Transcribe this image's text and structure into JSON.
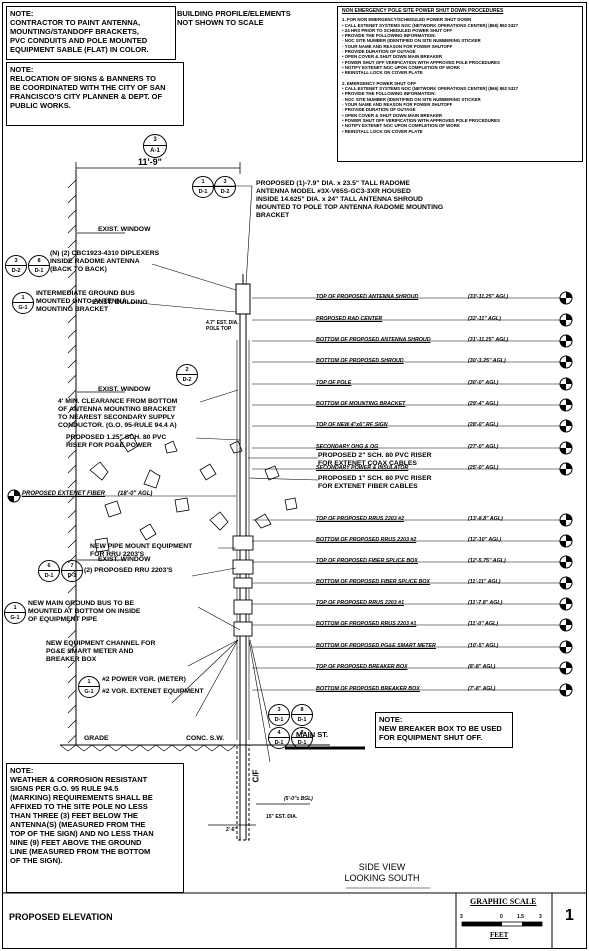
{
  "notes": {
    "paint": "NOTE:\nCONTRACTOR TO PAINT ANTENNA,\nMOUNTING/STANDOFF BRACKETS,\nPVC CONDUITS AND POLE MOUNTED\nEQUIPMENT SABLE (FLAT) IN COLOR.",
    "building": "BUILDING PROFILE/ELEMENTS\nNOT SHOWN TO SCALE",
    "relocation": "NOTE:\nRELOCATION OF SIGNS & BANNERS TO\nBE COORDINATED WITH THE CITY OF SAN\nFRANCISCO'S CITY PLANNER & DEPT. OF\nPUBLIC WORKS.",
    "breaker": "NOTE:\nNEW BREAKER BOX TO BE USED\nFOR EQUIPMENT SHUT OFF.",
    "weather": "NOTE:\nWEATHER & CORROSION RESISTANT\nSIGNS PER G.O. 95 RULE 94.5\n(MARKING) REQUIREMENTS SHALL BE\nAFFIXED TO THE SITE POLE NO LESS\nTHAN THREE (3) FEET BELOW THE\nANTENNA(S) (MEASURED FROM THE\nTOP OF THE SIGN) AND NO LESS THAN\nNINE (9) FEET ABOVE THE GROUND\nLINE (MEASURED FROM THE BOTTOM\nOF THE SIGN)."
  },
  "procedures": {
    "title": "NON EMERGENCY POLE SITE POWER SHUT DOWN PROCEDURES",
    "body": "1. FOR NON EMERGENCY/SCHEDULED POWER SHUT DOWN\n   • CALL EXTENET SYSTEMS NOC (NETWORK OPERATIONS CENTER) (866) 892 5327\n   • 24 HRS PRIOR TO SCHEDULED POWER SHUT OFF\n   • PROVIDE THE FOLLOWING INFORMATION:\n      ◦ NOC SITE NUMBER (IDENTIFIED ON SITE NUMBERING STICKER\n      ◦ YOUR NAME AND REASON FOR POWER SHUTOFF\n      ◦ PROVIDE DURATION OF OUTAGE\n   • OPEN COVER & SHUT DOWN MAIN BREAKER\n   • POWER SHUT OFF VERIFICATION WITH APPROVED POLE PROCEDURES\n   • NOTIFY EXTENET NOC UPON COMPLETION OF WORK\n   • REINSTALL LOCK ON COVER PLATE\n\n2. EMERGENCY POWER SHUT OFF\n   • CALL EXTENET SYSTEMS NOC (NETWORK OPERATIONS CENTER) (866) 892 5327\n   • PROVIDE THE FOLLOWING INFORMATION:\n      ◦ NOC SITE NUMBER (IDENTIFIED ON SITE NUMBERING STICKER\n      ◦ YOUR NAME AND REASON FOR POWER SHUTOFF\n      ◦ PROVIDE DURATION OF OUTAGE\n   • OPEN COVER & SHUT DOWN MAIN BREAKER\n   • POWER SHUT OFF VERIFICATION WITH APPROVED POLE PROCEDURES\n   • NOTIFY EXTENET NOC UPON COMPLETION OF WORK\n   • REINSTALL LOCK ON COVER PLATE"
  },
  "bubbles": {
    "a1": {
      "top": "3",
      "bottom": "A-1"
    },
    "d1_top": {
      "top": "1",
      "bottom": "D-1"
    },
    "d2_top": {
      "top": "3",
      "bottom": "D-2"
    },
    "d2_dipl": {
      "top": "3",
      "bottom": "D-2"
    },
    "d1_dipl": {
      "top": "8",
      "bottom": "D-1"
    },
    "g1_bus": {
      "top": "1",
      "bottom": "G-1"
    },
    "d2_clear": {
      "top": "2",
      "bottom": "D-2"
    },
    "d1_rru_a": {
      "top": "6",
      "bottom": "D-1"
    },
    "d1_rru_b": {
      "top": "7",
      "bottom": "D-1"
    },
    "g1_main": {
      "top": "1",
      "bottom": "G-1"
    },
    "g1_power": {
      "top": "1",
      "bottom": "G-1"
    },
    "d1_m3": {
      "top": "3",
      "bottom": "D-1"
    },
    "d1_m8": {
      "top": "8",
      "bottom": "D-1"
    },
    "d1_m4": {
      "top": "4",
      "bottom": "D-1"
    },
    "d1_m8b": {
      "top": "8",
      "bottom": "D-1"
    }
  },
  "labels": {
    "width": "11'-9\"",
    "window1": "EXIST. WINDOW",
    "window2": "EXIST. WINDOW",
    "window3": "EXIST. WINDOW",
    "building": "EXIST. BUILDING",
    "antenna": "PROPOSED (1)-7.9\" DIA. x 23.5\" TALL RADOME\nANTENNA MODEL #3X-V65S-GC3-3XR HOUSED\nINSIDE 14.625\" DIA. x 24\" TALL ANTENNA SHROUD\nMOUNTED TO POLE TOP ANTENNA RADOME MOUNTING\nBRACKET",
    "diplexers": "(N) (2) CBC1923-4310 DIPLEXERS\nINSIDE RADOME ANTENNA\n(BACK TO BACK)",
    "ground_bus": "INTERMEDIATE GROUND BUS\nMOUNTED ONTO ANTENNA\nMOUNTING BRACKET",
    "pole_top": "4.7\" EST. DIA.\nPOLE TOP",
    "clearance": "4' MIN. CLEARANCE FROM BOTTOM\nOF ANTENNA MOUNTING BRACKET\nTO NEAREST SECONDARY SUPPLY\nCONDUCTOR. (G.O. 95-RULE 94.4 A)",
    "riser_power": "PROPOSED 1.25\" SCH. 80 PVC\nRISER FOR PG&E POWER",
    "riser_coax": "PROPOSED 2\" SCH. 80 PVC RISER\nFOR EXTENET COAX CABLES",
    "riser_fiber": "PROPOSED 1\" SCH. 80 PVC RISER\nFOR EXTENET FIBER CABLES",
    "pipe_mount": "NEW PIPE MOUNT EQUIPMENT\nFOR RRU 2203'S",
    "rru": "(2) PROPOSED RRU 2203'S",
    "main_ground": "NEW MAIN GROUND BUS TO BE\nMOUNTED AT BOTTOM ON INSIDE\nOF EQUIPMENT PIPE",
    "equip_channel": "NEW EQUIPMENT CHANNEL FOR\nPG&E SMART METER AND\nBREAKER BOX",
    "power_vgr": "#2 POWER VGR. (METER)",
    "extenet_vgr": "#2 VGR. EXTENET EQUIPMENT",
    "grade": "GRADE",
    "sidewalk": "CONC. S.W.",
    "main_st": "MAIN ST.",
    "centerline": "C/F",
    "extent_fiber": "PROPOSED EXTENET FIBER",
    "extent_fiber_elev": "(18'-0\" AGL)",
    "bgl": "(5'-0\"± BGL)",
    "est_dia": "15\" EST. DIA.",
    "base_dim": "2'-6\"",
    "view": "SIDE VIEW\nLOOKING SOUTH"
  },
  "elevations": [
    {
      "name": "TOP OF PROPOSED ANTENNA SHROUD",
      "value": "(33'-11.25\" AGL)"
    },
    {
      "name": "PROPOSED RAD CENTER",
      "value": "(32'-11\" AGL)"
    },
    {
      "name": "BOTTOM OF PROPOSED ANTENNA SHROUD",
      "value": "(31'-11.25\" AGL)"
    },
    {
      "name": "BOTTOM OF PROPOSED SHROUD",
      "value": "(30'-3.25\" AGL)"
    },
    {
      "name": "TOP OF POLE",
      "value": "(30'-0\" AGL)"
    },
    {
      "name": "BOTTOM OF MOUNTING BRACKET",
      "value": "(29'-4\" AGL)"
    },
    {
      "name": "TOP OF NEW 4\"x6\" RF SIGN",
      "value": "(28'-0\" AGL)"
    },
    {
      "name": "SECONDARY OHG & OG",
      "value": "(27'-0\" AGL)"
    },
    {
      "name": "SECONDARY POWER & INSULATOR",
      "value": "(25'-0\" AGL)"
    },
    {
      "name": "TOP OF PROPOSED RRUS 2203 #2",
      "value": "(13'-8.8\" AGL)"
    },
    {
      "name": "BOTTOM OF PROPOSED RRUS 2203 #2",
      "value": "(12'-10\" AGL)"
    },
    {
      "name": "TOP OF PROPOSED FIBER SPLICE BOX",
      "value": "(12'-5.75\" AGL)"
    },
    {
      "name": "BOTTOM OF PROPOSED FIBER SPLICE BOX",
      "value": "(11'-11\" AGL)"
    },
    {
      "name": "TOP OF PROPOSED RRUS 2203 #1",
      "value": "(11'-7.8\" AGL)"
    },
    {
      "name": "BOTTOM OF PROPOSED RRUS 2203 #1",
      "value": "(11'-0\" AGL)"
    },
    {
      "name": "BOTTOM OF PROPOSED PG&E SMART METER",
      "value": "(10'-5\" AGL)"
    },
    {
      "name": "TOP OF PROPOSED BREAKER BOX",
      "value": "(8'-8\" AGL)"
    },
    {
      "name": "BOTTOM OF PROPOSED BREAKER BOX",
      "value": "(7'-8\" AGL)"
    }
  ],
  "titleblock": {
    "title": "PROPOSED ELEVATION",
    "scale_title": "GRAPHIC SCALE",
    "scale_ticks": [
      "3",
      "0",
      "1.5",
      "3"
    ],
    "scale_unit": "FEET",
    "sheet": "1"
  }
}
